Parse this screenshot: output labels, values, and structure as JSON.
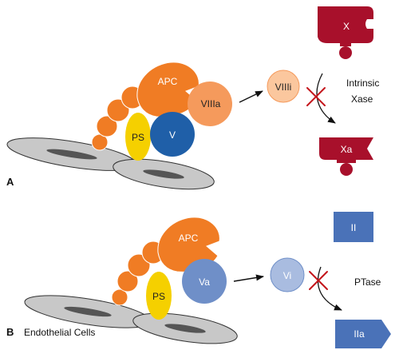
{
  "panel_a": {
    "label": "A",
    "molecules": {
      "apc": "APC",
      "ps": "PS",
      "v": "V",
      "viiia": "VIIIa",
      "viiii": "VIIIi",
      "x": "X",
      "xa": "Xa"
    },
    "complex_line1": "Intrinsic",
    "complex_line2": "Xase"
  },
  "panel_b": {
    "label": "B",
    "molecules": {
      "apc": "APC",
      "ps": "PS",
      "va": "Va",
      "vi": "Vi",
      "ii": "II",
      "iia": "IIa"
    },
    "complex": "PTase",
    "cells_caption": "Endothelial Cells"
  },
  "colors": {
    "apc_orange": "#f07c24",
    "ps_yellow": "#f5d000",
    "v_blue": "#1f5fa8",
    "va_lightblue": "#6f8fc8",
    "viiia_salmon": "#f59a5c",
    "viiii_peach": "#fbc79e",
    "factor_x_red": "#a8102b",
    "prothrombin_blue": "#4a72b8",
    "inhibit_x_red": "#c4161c",
    "cell_gray": "#c8c8c8",
    "nucleus_gray": "#555555"
  }
}
